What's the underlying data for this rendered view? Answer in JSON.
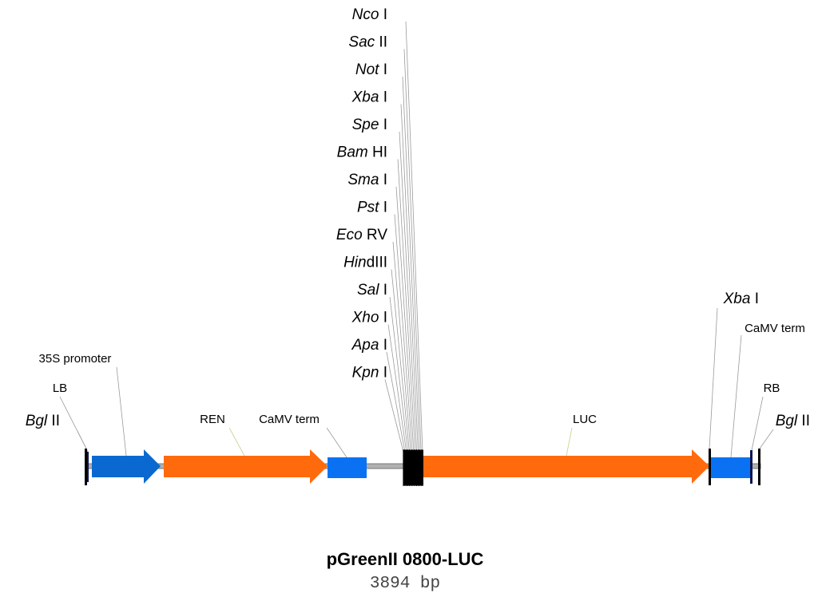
{
  "colors": {
    "orange": "#ff6a0d",
    "blue": "#0a72f2",
    "promoter_blue": "#0a69d0",
    "backbone": "#b0b0b0",
    "mcs": "#000000",
    "border_dark": "#0a1650"
  },
  "mcs_sites": [
    {
      "italic": "Nco",
      "roman": " I"
    },
    {
      "italic": "Sac",
      "roman": " II"
    },
    {
      "italic": "Not",
      "roman": " I"
    },
    {
      "italic": "Xba",
      "roman": " I"
    },
    {
      "italic": "Spe",
      "roman": " I"
    },
    {
      "italic": "Bam",
      "roman": " HI"
    },
    {
      "italic": "Sma",
      "roman": " I"
    },
    {
      "italic": "Pst",
      "roman": " I"
    },
    {
      "italic": "Eco",
      "roman": " RV"
    },
    {
      "italic": "Hin",
      "roman": "dIII"
    },
    {
      "italic": "Sal",
      "roman": " I"
    },
    {
      "italic": "Xho",
      "roman": " I"
    },
    {
      "italic": "Apa",
      "roman": " I"
    },
    {
      "italic": "Kpn",
      "roman": " I"
    }
  ],
  "labels": {
    "bgl_left": {
      "italic": "Bgl",
      "roman": " II"
    },
    "lb": "LB",
    "promoter": "35S promoter",
    "ren": "REN",
    "term1": "CaMV term",
    "luc": "LUC",
    "xba_right": {
      "italic": "Xba",
      "roman": " I"
    },
    "term2": "CaMV term",
    "rb": "RB",
    "bgl_right": {
      "italic": "Bgl",
      "roman": " II"
    }
  },
  "plasmid": {
    "name": "pGreenII 0800-LUC",
    "size": "3894 bp"
  }
}
